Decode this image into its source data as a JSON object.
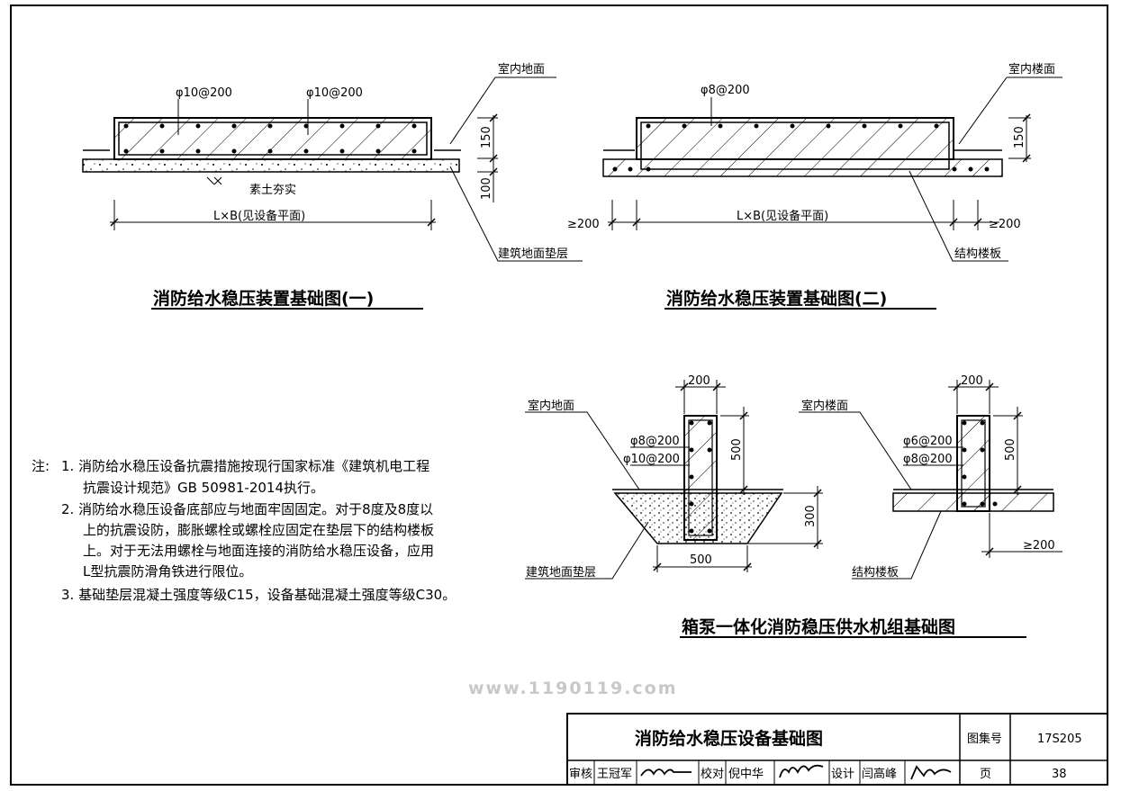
{
  "diagram1": {
    "title": "消防给水稳压装置基础图(一)",
    "floor_label": "室内地面",
    "rebar_left": "φ10@200",
    "rebar_right": "φ10@200",
    "soil_label": "素土夯实",
    "dim_width": "L×B(见设备平面)",
    "dim_150": "150",
    "dim_100": "100",
    "cushion_label": "建筑地面垫层"
  },
  "diagram2": {
    "title": "消防给水稳压装置基础图(二)",
    "floor_label": "室内楼面",
    "rebar": "φ8@200",
    "dim_150": "150",
    "dim_left": "≥200",
    "dim_width": "L×B(见设备平面)",
    "dim_right": "≥200",
    "slab_label": "结构楼板"
  },
  "diagram3": {
    "title": "箱泵一体化消防稳压供水机组基础图",
    "left": {
      "floor_label": "室内地面",
      "dim_top": "200",
      "rebar_1": "φ8@200",
      "rebar_2": "φ10@200",
      "dim_500": "500",
      "dim_300": "300",
      "dim_bottom": "500",
      "cushion_label": "建筑地面垫层"
    },
    "right": {
      "floor_label": "室内楼面",
      "dim_top": "200",
      "rebar_1": "φ6@200",
      "rebar_2": "φ8@200",
      "dim_500": "500",
      "dim_right": "≥200",
      "slab_label": "结构楼板"
    }
  },
  "notes": {
    "prefix": "注:",
    "lines": [
      "1. 消防给水稳压设备抗震措施按现行国家标准《建筑机电工程",
      "抗震设计规范》GB 50981-2014执行。",
      "2. 消防给水稳压设备底部应与地面牢固固定。对于8度及8度以",
      "上的抗震设防，膨胀螺栓或螺栓应固定在垫层下的结构楼板",
      "上。对于无法用螺栓与地面连接的消防给水稳压设备，应用",
      "L型抗震防滑角铁进行限位。",
      "3. 基础垫层混凝土强度等级C15，设备基础混凝土强度等级C30。"
    ]
  },
  "watermark": "www.1190119.com",
  "title_block": {
    "drawing_title": "消防给水稳压设备基础图",
    "atlas_label": "图集号",
    "atlas_no": "17S205",
    "review_label": "审核",
    "reviewer": "王冠军",
    "check_label": "校对",
    "checker": "倪中华",
    "design_label": "设计",
    "designer": "闫高峰",
    "page_label": "页",
    "page_no": "38"
  }
}
